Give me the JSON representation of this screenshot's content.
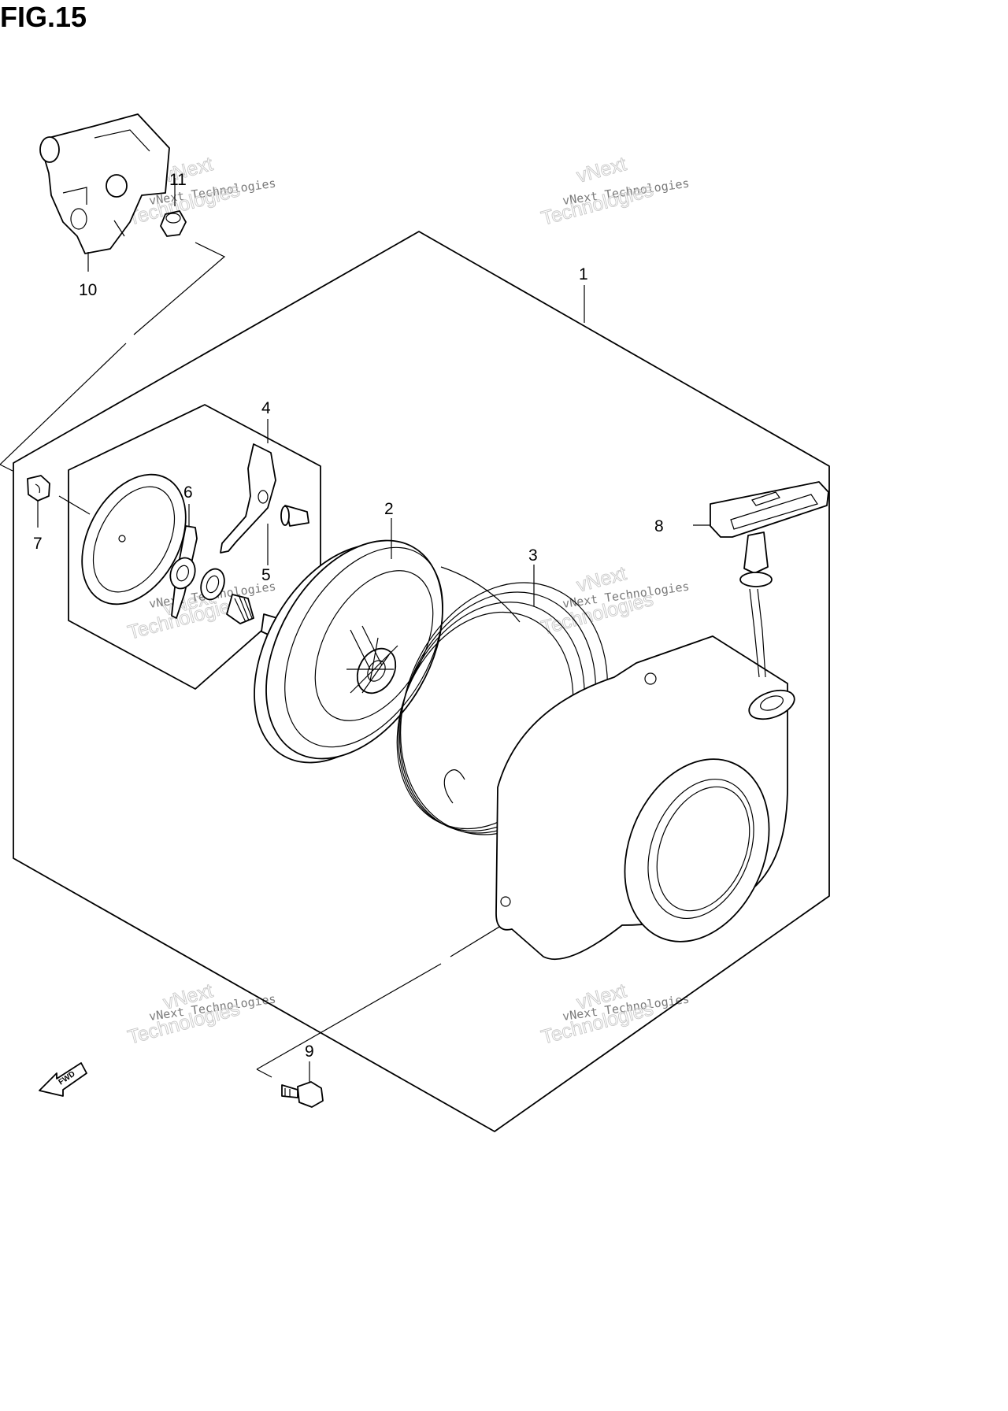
{
  "title": "FIG.15",
  "callouts": {
    "c1": "1",
    "c2": "2",
    "c3": "3",
    "c4": "4",
    "c5": "5",
    "c6": "6",
    "c7": "7",
    "c8": "8",
    "c9": "9",
    "c10": "10",
    "c11": "11"
  },
  "watermark": {
    "line1": "vNext Technologies",
    "line2": "vNext",
    "line3": "Technologies"
  },
  "direction_arrow": "FWD",
  "colors": {
    "ink": "#000000",
    "watermark": "#c8c8c8",
    "background": "#ffffff"
  }
}
